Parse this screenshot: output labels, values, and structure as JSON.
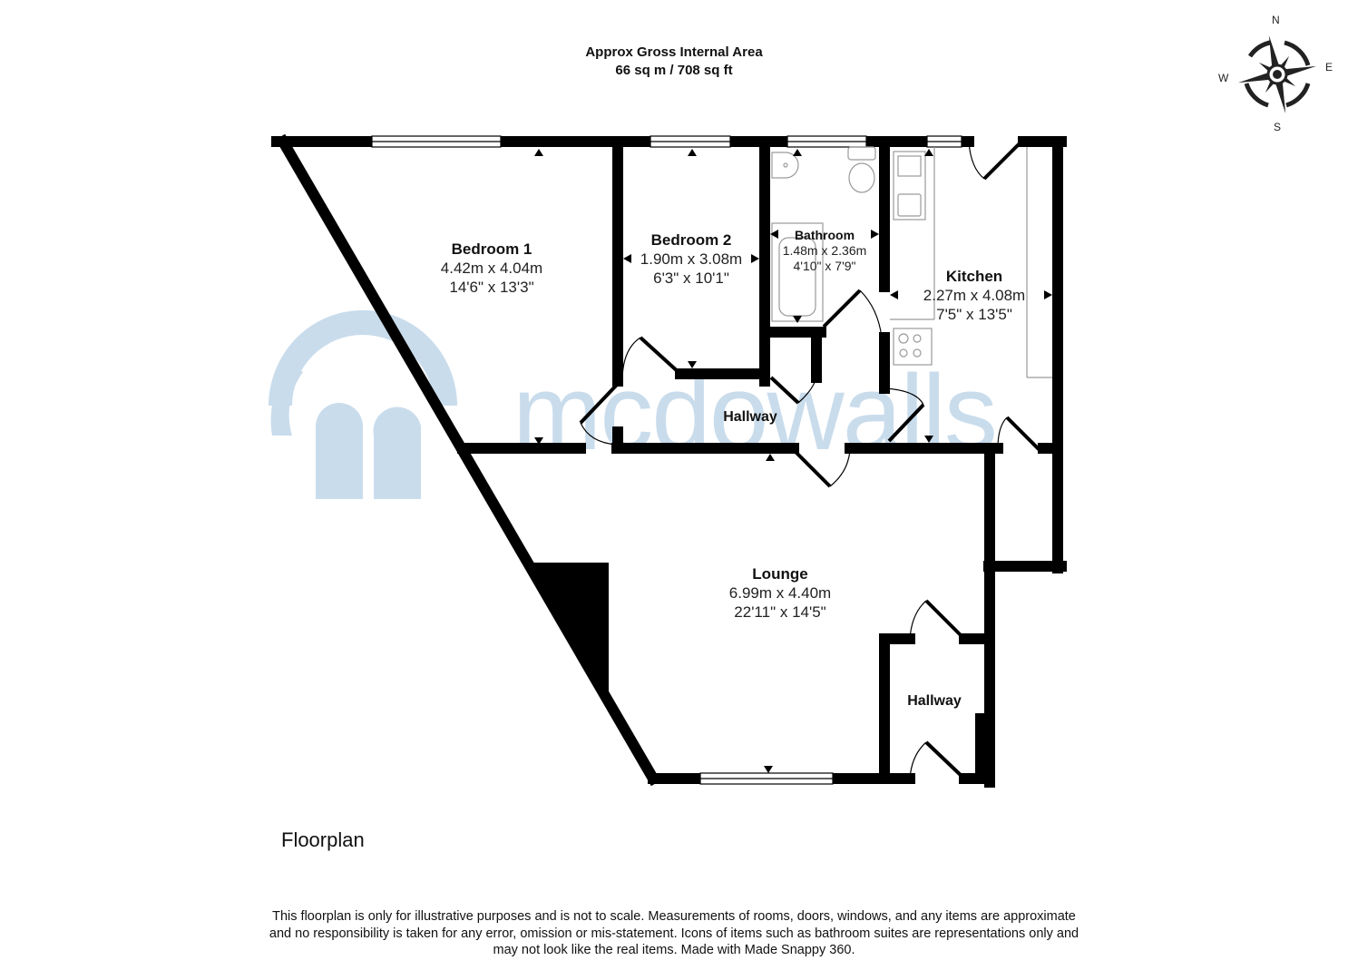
{
  "header": {
    "line1": "Approx Gross Internal Area",
    "line2": "66 sq m / 708 sq ft"
  },
  "compass": {
    "icon": "compass-rose-icon",
    "n": "N",
    "e": "E",
    "s": "S",
    "w": "W"
  },
  "watermark": {
    "text": "mcdowalls",
    "color": "#c9dcec"
  },
  "rooms": [
    {
      "name": "Bedroom 1",
      "metric": "4.42m x 4.04m",
      "imperial": "14'6\" x 13'3\""
    },
    {
      "name": "Bedroom 2",
      "metric": "1.90m x 3.08m",
      "imperial": "6'3\" x 10'1\""
    },
    {
      "name": "Bathroom",
      "metric": "1.48m x 2.36m",
      "imperial": "4'10\" x 7'9\""
    },
    {
      "name": "Kitchen",
      "metric": "2.27m x 4.08m",
      "imperial": "7'5\" x 13'5\""
    },
    {
      "name": "Hallway"
    },
    {
      "name": "Lounge",
      "metric": "6.99m x 4.40m",
      "imperial": "22'11\" x 14'5\""
    },
    {
      "name": "Hallway"
    }
  ],
  "floor_title": "Floorplan",
  "disclaimer": {
    "line1": "This floorplan is only for illustrative purposes and is not to scale. Measurements of rooms, doors, windows, and any items are approximate",
    "line2": "and no responsibility is taken for any error, omission or mis-statement. Icons of items such as bathroom suites are representations only and",
    "line3": "may not look like the real items. Made with Made Snappy 360."
  },
  "colors": {
    "wall": "#000000",
    "watermark": "#c9dcec",
    "fixture": "#9a9a9a"
  }
}
